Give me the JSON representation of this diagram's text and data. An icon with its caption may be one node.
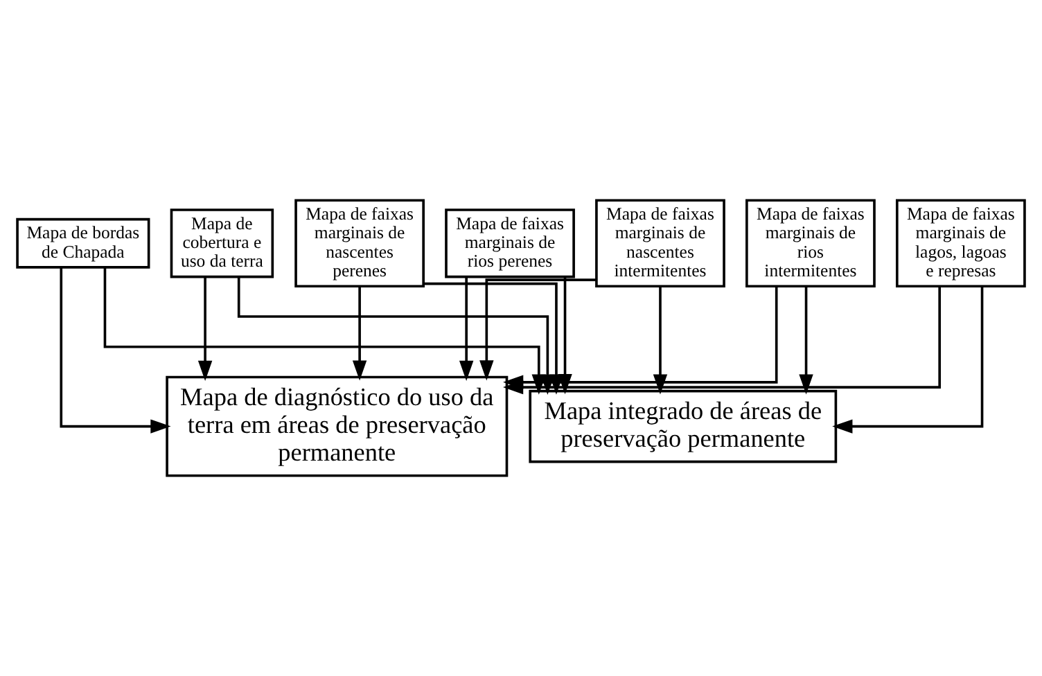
{
  "diagram": {
    "nodes": [
      {
        "text": [
          "Mapa de cobertura e uso da terra"
        ]
      },
      {
        "text": [
          "Mapa de faixas marginais de nascentes perenes"
        ]
      },
      {
        "text": [
          "Mapa de faixas marginais de rios perenes"
        ]
      },
      {
        "text": [
          "Mapa de faixas marginais de nascentes intermitentes"
        ]
      },
      {
        "text": [
          "Mapa de faixas marginais de rios intermitentes"
        ]
      },
      {
        "text": [
          "Mapa de faixas marginais de lagos, lagoas e represas"
        ]
      },
      {
        "text": [
          "Mapa de bordas de Chapada"
        ]
      },
      {
        "text": [
          "Mapa de diagnóstico do uso da terra em áreas de preservação permanente"
        ]
      },
      {
        "text": [
          "Mapa integrado de áreas de preservação permanente"
        ]
      }
    ],
    "edges": [
      {
        "from": 0,
        "to": 7,
        "arrow": "to"
      },
      {
        "from": 0,
        "to": 8,
        "arrow": "to"
      },
      {
        "from": 1,
        "to": 7,
        "arrow": "to"
      },
      {
        "from": 1,
        "to": 8,
        "arrow": "to"
      },
      {
        "from": 2,
        "to": 7,
        "arrow": "to"
      },
      {
        "from": 2,
        "to": 8,
        "arrow": "to"
      },
      {
        "from": 3,
        "to": 7,
        "arrow": "to"
      },
      {
        "from": 3,
        "to": 8,
        "arrow": "to"
      },
      {
        "from": 4,
        "to": 7,
        "arrow": "to"
      },
      {
        "from": 4,
        "to": 8,
        "arrow": "to"
      },
      {
        "from": 5,
        "to": 7,
        "arrow": "to"
      },
      {
        "from": 5,
        "to": 8,
        "arrow": "to"
      },
      {
        "from": 6,
        "to": 7,
        "arrow": "to"
      },
      {
        "from": 6,
        "to": 8,
        "arrow": "to"
      }
    ]
  }
}
